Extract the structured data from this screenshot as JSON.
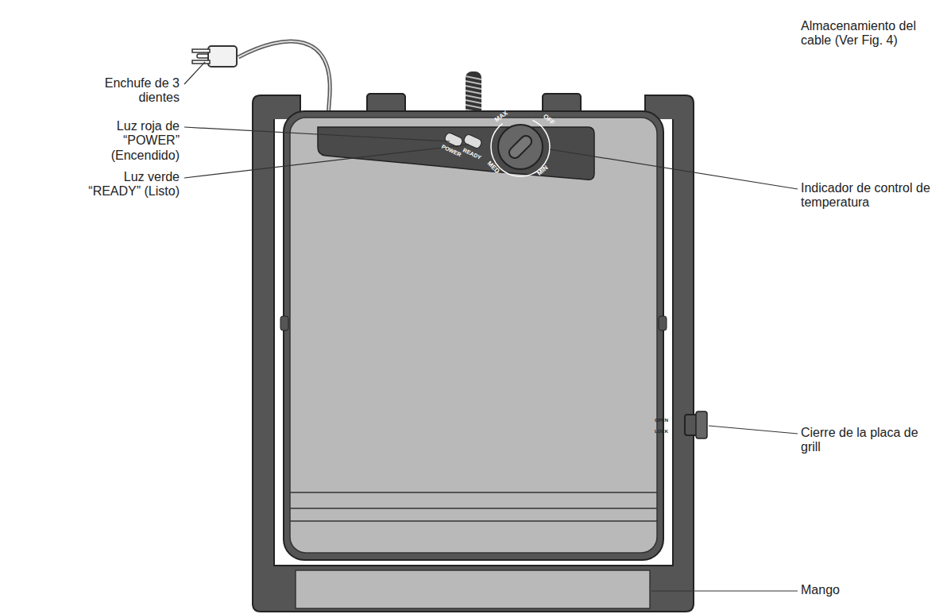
{
  "diagram": {
    "labels": [
      "Enchufe de 3 dientes",
      "Luz roja de “POWER” (Encendido)",
      "Luz verde “READY” (Listo)",
      "Almacenamiento del cable (Ver Fig. 4)",
      "Indicador de control de temperatura",
      "Cierre de la placa de grill",
      "Mango",
      "POWER",
      "READY",
      "MAX",
      "OFF",
      "MIN",
      "MED",
      "OPEN",
      "LOCK"
    ]
  }
}
